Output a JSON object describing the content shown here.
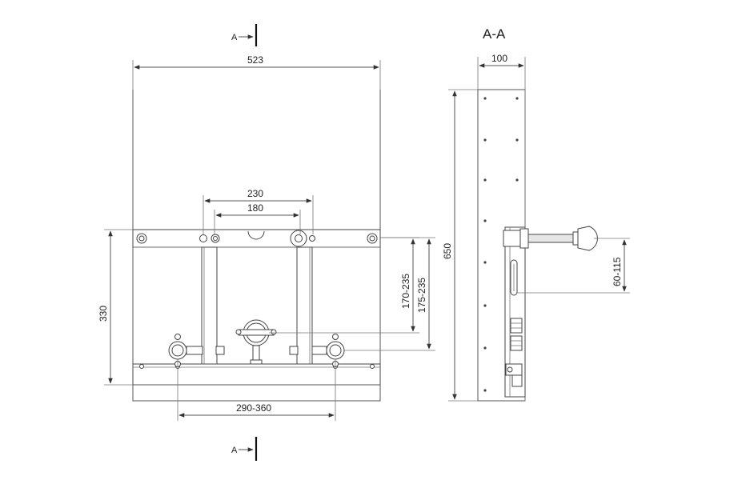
{
  "section_label": "A",
  "section_view_title": "A-A",
  "front_view": {
    "dims": {
      "width_total": "523",
      "axis_outer": "230",
      "axis_inner": "180",
      "height_rail": "330",
      "spacing_bottom": "290-360"
    },
    "vertical_dims": {
      "range_upper": "170-235",
      "range_lower": "175-235"
    }
  },
  "side_view": {
    "dims": {
      "depth": "100",
      "height_total": "650",
      "pipe_offset": "60-115"
    }
  }
}
